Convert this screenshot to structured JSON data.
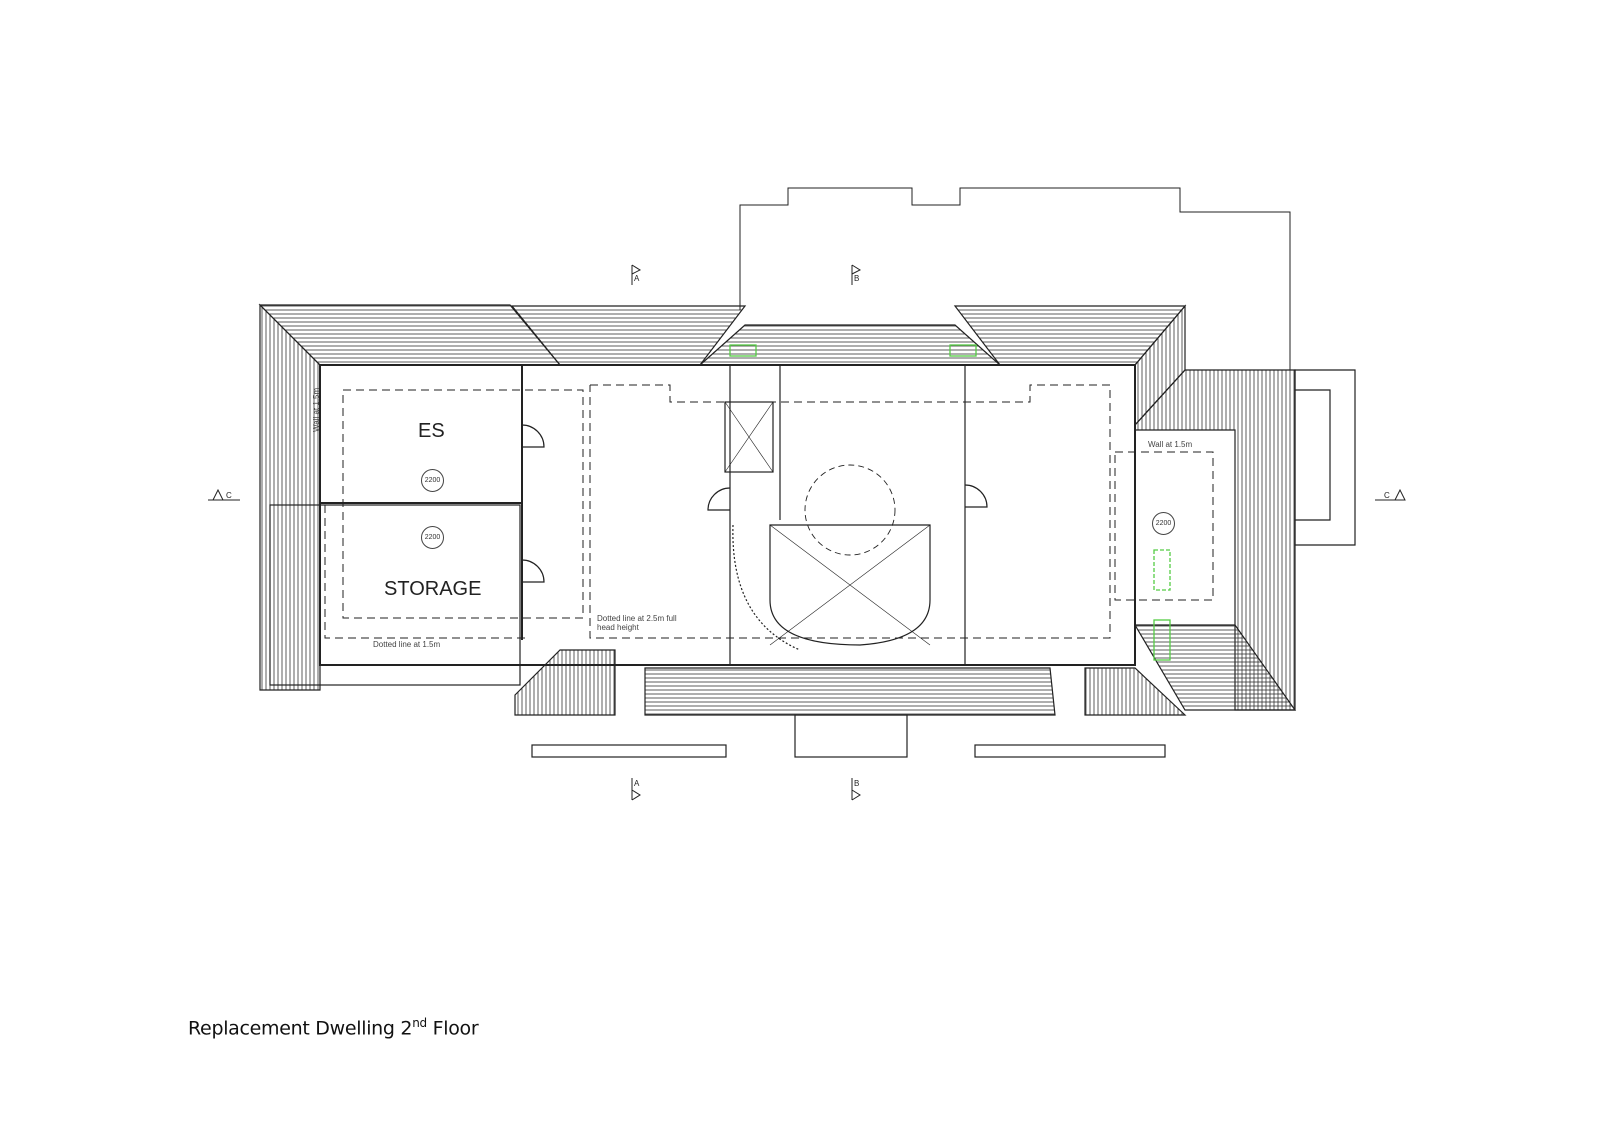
{
  "caption": {
    "text": "Replacement Dwelling 2",
    "sup": "nd",
    "tail": " Floor"
  },
  "rooms": {
    "es": "ES",
    "storage": "STORAGE"
  },
  "notes": {
    "wall_left": "Wall at 1.5m",
    "wall_right": "Wall at 1.5m",
    "dotted_left": "Dotted line at 1.5m",
    "dotted_mid_1": "Dotted line at 2.5m full",
    "dotted_mid_2": "head height"
  },
  "height_tags": [
    "2200",
    "2200",
    "2200"
  ],
  "section_markers": {
    "a": "A",
    "b": "B",
    "c": "C"
  },
  "colors": {
    "line": "#222222",
    "rooflight": "#55cc44"
  }
}
